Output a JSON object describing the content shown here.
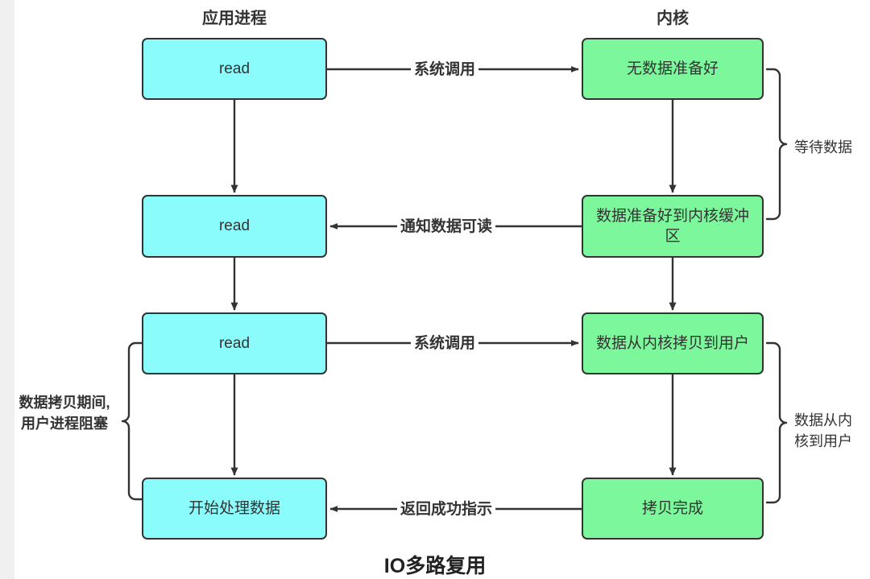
{
  "diagram": {
    "title": "IO多路复用",
    "columns": [
      {
        "label": "应用进程"
      },
      {
        "label": "内核"
      }
    ],
    "nodes": [
      {
        "id": "app1",
        "label": "read",
        "side": "app",
        "color": "cyan"
      },
      {
        "id": "app2",
        "label": "read",
        "side": "app",
        "color": "cyan"
      },
      {
        "id": "app3",
        "label": "read",
        "side": "app",
        "color": "cyan"
      },
      {
        "id": "app4",
        "label": "开始处理数据",
        "side": "app",
        "color": "cyan"
      },
      {
        "id": "kern1",
        "label": "无数据准备好",
        "side": "kernel",
        "color": "green"
      },
      {
        "id": "kern2",
        "label": "数据准备好到内核缓冲区",
        "side": "kernel",
        "color": "green"
      },
      {
        "id": "kern3",
        "label": "数据从内核拷贝到用户",
        "side": "kernel",
        "color": "green"
      },
      {
        "id": "kern4",
        "label": "拷贝完成",
        "side": "kernel",
        "color": "green"
      }
    ],
    "edges": [
      {
        "id": "e1",
        "from": "app1",
        "to": "kern1",
        "label": "系统调用",
        "direction": "right"
      },
      {
        "id": "e2",
        "from": "kern2",
        "to": "app2",
        "label": "通知数据可读",
        "direction": "left"
      },
      {
        "id": "e3",
        "from": "app3",
        "to": "kern3",
        "label": "系统调用",
        "direction": "right"
      },
      {
        "id": "e4",
        "from": "kern4",
        "to": "app4",
        "label": "返回成功指示",
        "direction": "left"
      }
    ],
    "braces": [
      {
        "id": "b1",
        "side": "right",
        "label": "等待数据",
        "spans": [
          "kern1",
          "kern2"
        ]
      },
      {
        "id": "b2",
        "side": "left",
        "label": "数据拷贝期间,\n用户进程阻塞",
        "spans": [
          "app3",
          "app4"
        ]
      },
      {
        "id": "b3",
        "side": "right",
        "label": "数据从内\n核到用户",
        "spans": [
          "kern3",
          "kern4"
        ]
      }
    ],
    "colors": {
      "app_fill": "#8bfcfc",
      "kernel_fill": "#7df79c",
      "stroke": "#333333",
      "background": "#ffffff",
      "left_strip": "#f0f0f0"
    }
  }
}
